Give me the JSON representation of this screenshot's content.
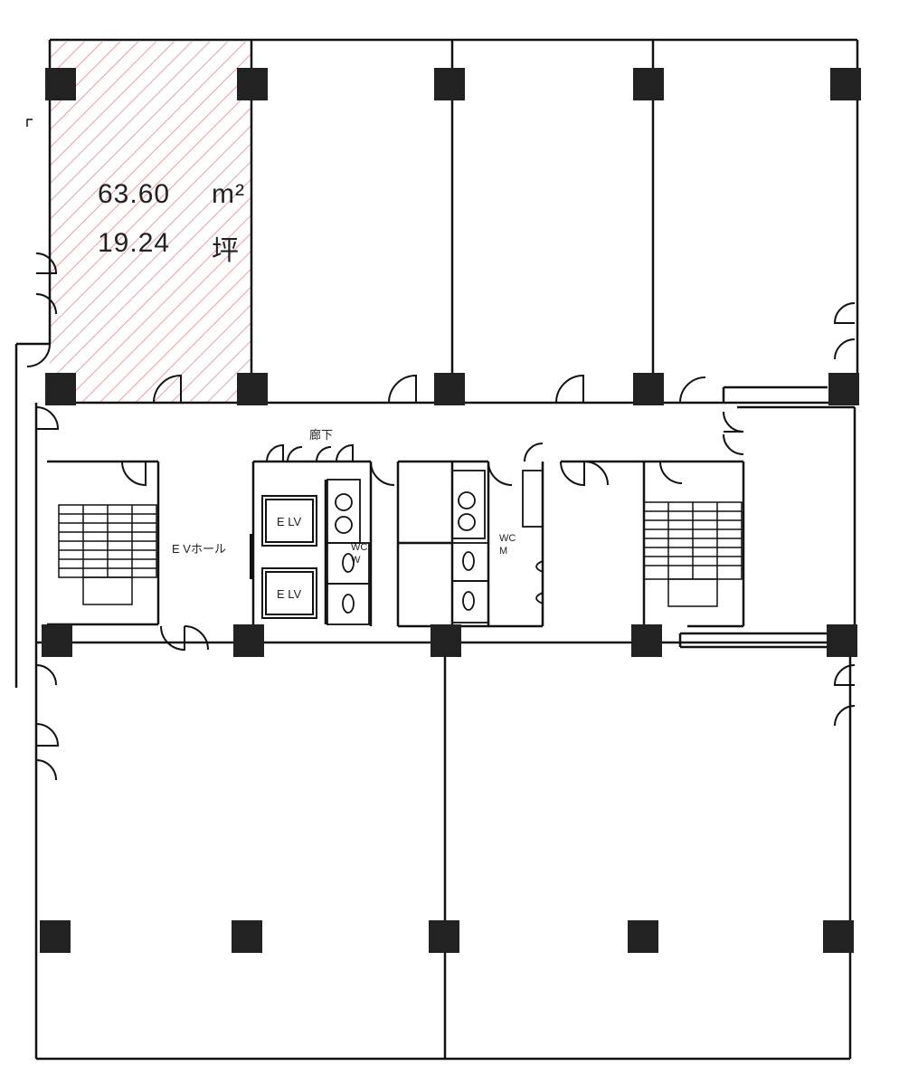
{
  "unit": {
    "area_sqm": "63.60",
    "sqm_unit": "m²",
    "area_tsubo": "19.24",
    "tsubo_unit": "坪"
  },
  "labels": {
    "corridor": "廊下",
    "ev_hall": "E Vホール",
    "elevator_1": "E LV",
    "elevator_2": "E LV",
    "wc_w": "WC W",
    "wc_m": "WC M"
  },
  "colors": {
    "line": "#111111",
    "column": "#222222",
    "hatch": "#e9a0a0"
  }
}
